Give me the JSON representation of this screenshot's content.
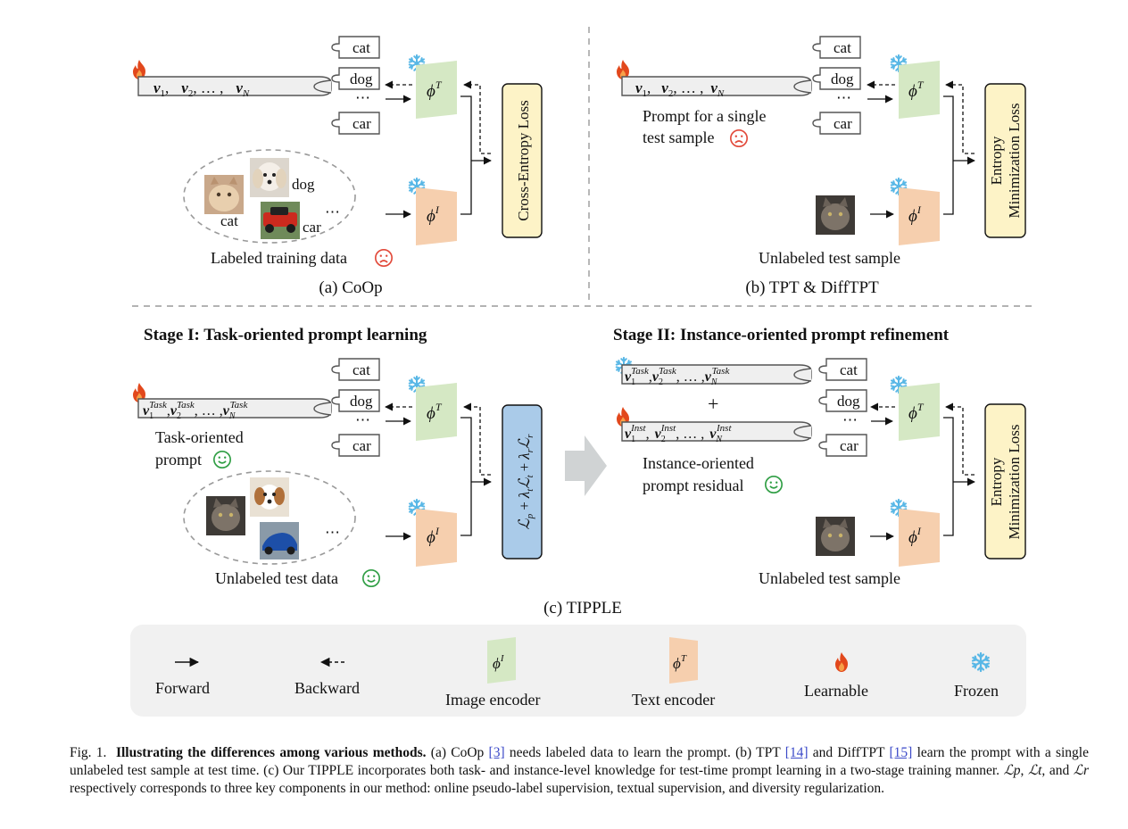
{
  "panel_a": {
    "label": "(a) CoOp",
    "prompt_tokens": {
      "v1": "v",
      "s1": "1",
      "v2": "v",
      "s2": "2",
      "dots": ", … ,",
      "vn": "v",
      "sn": "N",
      "c1": ",",
      "c2": ","
    },
    "class_labels": [
      "cat",
      "dog",
      "car"
    ],
    "ellipsis": "⋯",
    "text_encoder": "ϕ",
    "text_sup": "T",
    "image_encoder": "ϕ",
    "image_sup": "I",
    "loss": "Cross-Entropy Loss",
    "image_labels": {
      "cat": "cat",
      "dog": "dog",
      "car": "car",
      "more": "⋯"
    },
    "data_caption": "Labeled training data"
  },
  "panel_b": {
    "label": "(b) TPT & DiffTPT",
    "prompt_tokens": {
      "v1": "v",
      "s1": "1",
      "v2": "v",
      "s2": "2",
      "dots": ", … ,",
      "vn": "v",
      "sn": "N",
      "c1": ","
    },
    "prompt_caption_1": "Prompt for a single",
    "prompt_caption_2": "test sample",
    "class_labels": [
      "cat",
      "dog",
      "car"
    ],
    "ellipsis": "⋯",
    "text_encoder": "ϕ",
    "text_sup": "T",
    "image_encoder": "ϕ",
    "image_sup": "I",
    "loss_line1": "Entropy",
    "loss_line2": "Minimization Loss",
    "sample_caption": "Unlabeled test sample"
  },
  "panel_c": {
    "label": "(c) TIPPLE",
    "stage1_title": "Stage I: Task-oriented prompt learning",
    "stage2_title": "Stage II: Instance-oriented prompt refinement",
    "stage1": {
      "token_v": "v",
      "sup_task": "Task",
      "sub_1": "1",
      "sub_2": "2",
      "sub_n": "N",
      "comma": ",",
      "dots": ", … ,",
      "prompt_caption_1": "Task-oriented",
      "prompt_caption_2": "prompt",
      "class_labels": [
        "cat",
        "dog",
        "car"
      ],
      "ellipsis": "⋯",
      "text_encoder": "ϕ",
      "text_sup": "T",
      "image_encoder": "ϕ",
      "image_sup": "I",
      "loss_L": "ℒ",
      "loss_p": "p",
      "loss_plus": "+",
      "loss_lambda": "λ",
      "loss_t": "t",
      "loss_r": "r",
      "data_caption": "Unlabeled test data",
      "more": "⋯"
    },
    "stage2": {
      "token_v": "v",
      "sup_task": "Task",
      "sup_inst": "Inst",
      "sub_1": "1",
      "sub_2": "2",
      "sub_n": "N",
      "comma": ",",
      "dots": ", … ,",
      "plus": "+",
      "prompt_caption_1": "Instance-oriented",
      "prompt_caption_2": "prompt residual",
      "class_labels": [
        "cat",
        "dog",
        "car"
      ],
      "ellipsis": "⋯",
      "text_encoder": "ϕ",
      "text_sup": "T",
      "image_encoder": "ϕ",
      "image_sup": "I",
      "loss_line1": "Entropy",
      "loss_line2": "Minimization Loss",
      "sample_caption": "Unlabeled test sample"
    }
  },
  "legend": {
    "forward": "Forward",
    "backward": "Backward",
    "image_encoder": "Image encoder",
    "image_symbol": "ϕ",
    "image_sup": "I",
    "text_encoder": "Text encoder",
    "text_symbol": "ϕ",
    "text_sup": "T",
    "learnable": "Learnable",
    "frozen": "Frozen"
  },
  "caption": {
    "fig": "Fig. 1.",
    "bold": "Illustrating the differences among various methods.",
    "t1": " (a) CoOp ",
    "ref3": "[3]",
    "t2": " needs labeled data to learn the prompt. (b) TPT ",
    "ref14": "[14]",
    "t3": " and DiffTPT ",
    "ref15": "[15]",
    "t4": " learn the prompt with a single unlabeled test sample at test time. (c) Our TIPPLE incorporates both task- and instance-level knowledge for test-time prompt learning in a two-stage training manner. ",
    "lp": "ℒp",
    "t5": ", ",
    "lt": "ℒt",
    "t6": ", and ",
    "lr": "ℒr",
    "t7": " respectively corresponds to three key components in our method: online pseudo-label supervision, textual supervision, and diversity regularization."
  },
  "colors": {
    "text_encoder": "#d5e8c4",
    "image_encoder": "#f6cfae",
    "loss_yellow": "#fdf3c7",
    "loss_blue": "#aacbe9",
    "prompt_box": "#efefef",
    "flame": "#e2481c",
    "snow": "#58b7e6",
    "sad": "#e24a3b",
    "happy": "#2f9e44",
    "legend_bg": "#f1f1f1"
  }
}
